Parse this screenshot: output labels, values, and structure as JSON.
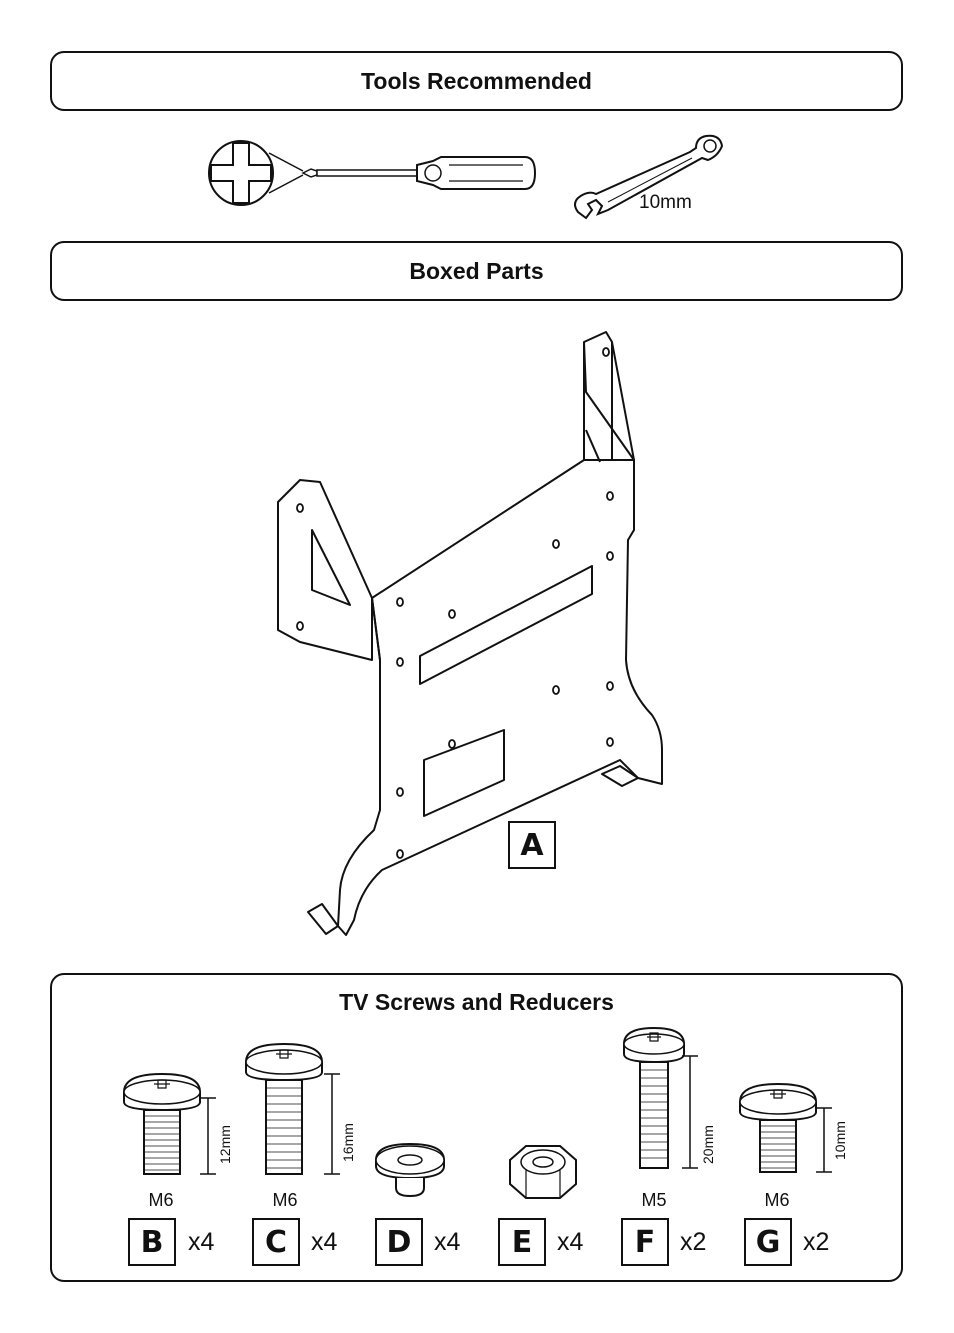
{
  "sections": {
    "tools_title": "Tools Recommended",
    "boxed_title": "Boxed Parts",
    "screws_title": "TV Screws and Reducers"
  },
  "tools": {
    "screwdriver_icon": "phillips-screwdriver",
    "wrench_icon": "open-ring-wrench",
    "wrench_size": "10mm"
  },
  "bracket": {
    "label": "A"
  },
  "parts": [
    {
      "label": "B",
      "qty": "x4",
      "size": "M6",
      "length": "12mm"
    },
    {
      "label": "C",
      "qty": "x4",
      "size": "M6",
      "length": "16mm"
    },
    {
      "label": "D",
      "qty": "x4"
    },
    {
      "label": "E",
      "qty": "x4"
    },
    {
      "label": "F",
      "qty": "x2",
      "size": "M5",
      "length": "20mm"
    },
    {
      "label": "G",
      "qty": "x2",
      "size": "M6",
      "length": "10mm"
    }
  ]
}
